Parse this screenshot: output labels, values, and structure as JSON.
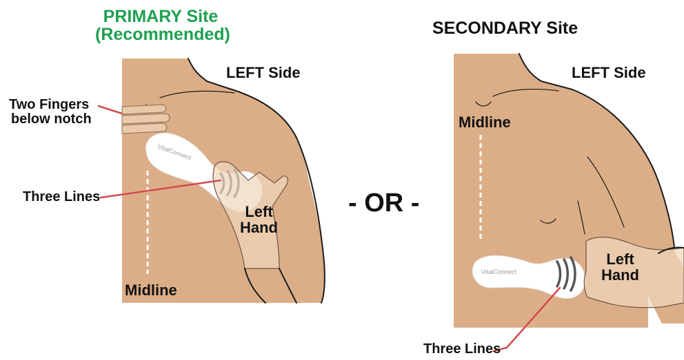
{
  "colors": {
    "skin": "#DCAE87",
    "outline": "#1A1A1A",
    "accent_green": "#1FA050",
    "callout_red": "#D24A4E",
    "patch": "#FFFFFF"
  },
  "primary": {
    "title_line1": "PRIMARY Site",
    "title_line2": "(Recommended)",
    "side_label": "LEFT Side",
    "fingers_line1": "Two Fingers",
    "fingers_line2": "below notch",
    "lines_label": "Three Lines",
    "hand_line1": "Left",
    "hand_line2": "Hand",
    "midline_label": "Midline",
    "patch_brand": "VitalConnect"
  },
  "separator": "- OR -",
  "secondary": {
    "title": "SECONDARY Site",
    "side_label": "LEFT Side",
    "midline_label": "Midline",
    "hand_line1": "Left",
    "hand_line2": "Hand",
    "lines_label": "Three Lines",
    "patch_brand": "VitalConnect"
  }
}
